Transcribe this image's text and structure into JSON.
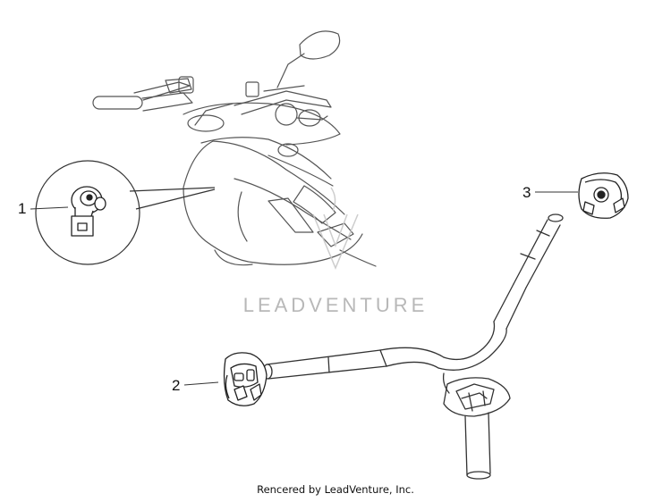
{
  "callouts": [
    {
      "number": "1"
    },
    {
      "number": "2"
    },
    {
      "number": "3"
    }
  ],
  "watermark": "LEADVENTURE",
  "footer": "Rencered by LeadVenture, Inc.",
  "colors": {
    "line": "#333333",
    "light_line": "#777777",
    "watermark": "#b8b8b8"
  }
}
